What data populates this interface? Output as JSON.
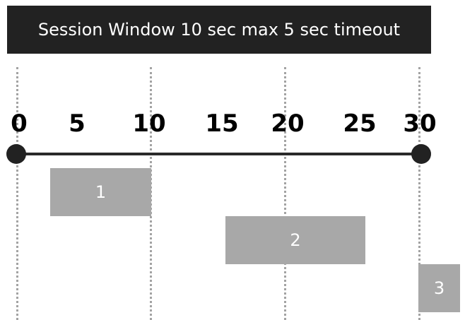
{
  "title": "Session Window 10 sec max 5 sec timeout",
  "axis": {
    "ticks": [
      "0",
      "5",
      "10",
      "15",
      "20",
      "25",
      "30"
    ]
  },
  "sessions": [
    {
      "label": "1",
      "start": 2.5,
      "end": 10
    },
    {
      "label": "2",
      "start": 15.5,
      "end": 26
    },
    {
      "label": "3",
      "start": 30,
      "end": 33
    }
  ],
  "colors": {
    "title_bg": "#222222",
    "session_fill": "#a8a8a8",
    "axis": "#2a2a2a",
    "divider": "#a3a3a3"
  }
}
